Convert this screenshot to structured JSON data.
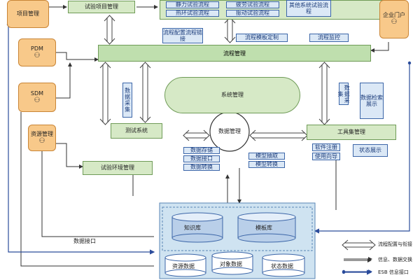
{
  "nodes": {
    "project_mgmt": "项目管理",
    "test_project_mgmt": "试验项目管理",
    "pdm": "PDM",
    "sdm": "SDM",
    "resource_mgmt": "资源管理",
    "enterprise_portal": "企业门户",
    "static_flow": "静力试验流程",
    "thermal_flow": "热环试验流程",
    "fatigue_flow": "疲劳试验流程",
    "vibration_flow": "振动试验流程",
    "other_flow": "其他系统试验流程",
    "flow_config": "流程配置流程链接",
    "flow_template": "流程模板定制",
    "flow_monitor": "流程监控",
    "flow_mgmt": "流程管理",
    "system_mgmt": "系统管理",
    "data_collect": "数据采集",
    "data_search": "数据检索展示",
    "test_system": "测试系统",
    "data_mgmt": "数据管理",
    "tool_mgmt": "工具集管理",
    "software_reg": "软件注册",
    "usage_guide": "使用向导",
    "status_display": "状态展示",
    "env_mgmt": "试验环境管理",
    "data_store": "数据存储",
    "data_interface": "数据接口",
    "data_convert": "数据转换",
    "model_extract": "模型抽取",
    "model_convert": "模型转换",
    "knowledge_base": "知识库",
    "template_base": "模板库",
    "resource_data": "资源数据",
    "object_data": "对象数据",
    "status_data": "状态数据",
    "data_interface_label": "数据接口"
  },
  "legend": {
    "flow_config_link": "流程配置与衔接",
    "info_exchange": "信息、数据交换",
    "esb_interface": "ESB 信息接口"
  },
  "colors": {
    "green": "#d6e9c6",
    "blue": "#dbe8f6",
    "orange": "#f8c98a",
    "line_dark": "#333333",
    "line_blue": "#2b4c9b"
  }
}
